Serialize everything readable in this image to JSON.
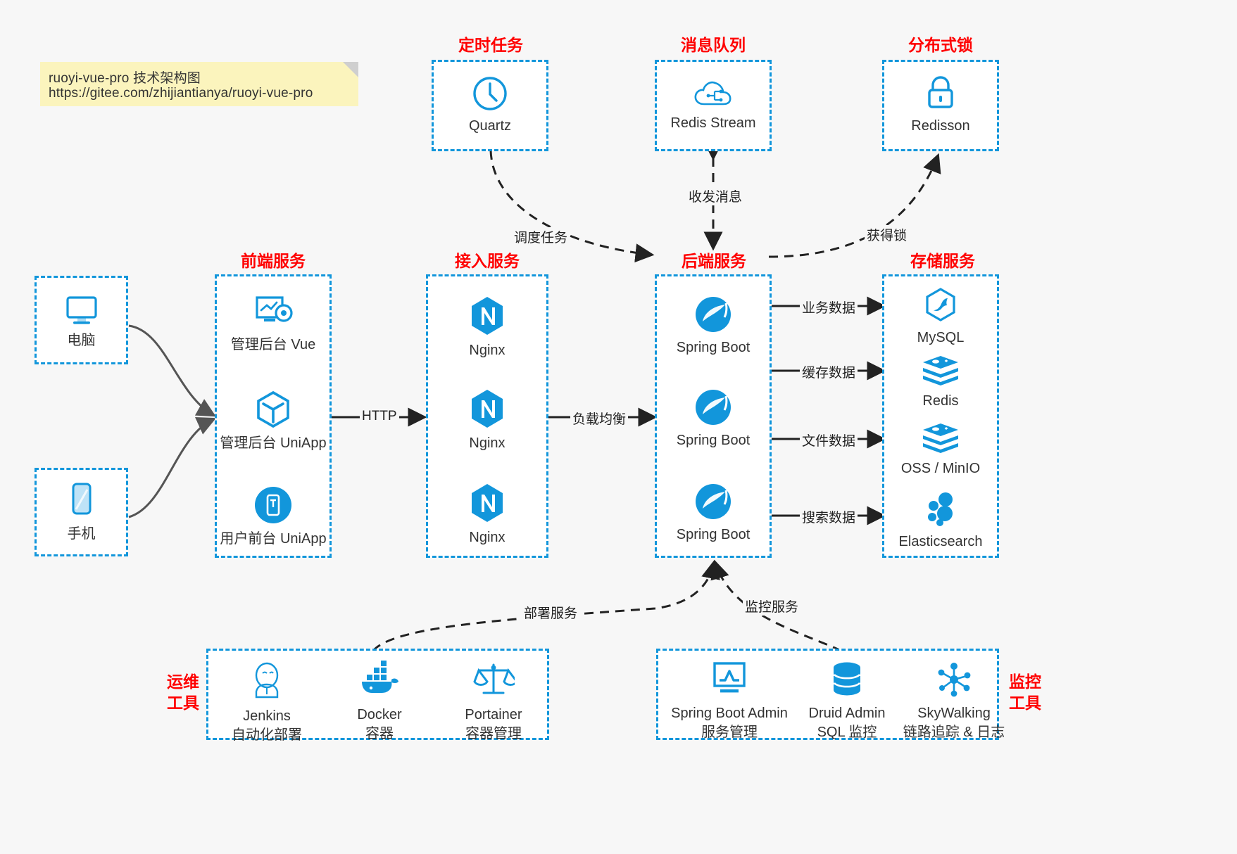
{
  "note": {
    "line1": "ruoyi-vue-pro 技术架构图",
    "line2": "https://gitee.com/zhijiantianya/ruoyi-vue-pro"
  },
  "colors": {
    "accent": "#1296db",
    "group_title": "#ff0000",
    "note_bg": "#fbf4bd",
    "canvas_bg": "#f7f7f7",
    "edge": "#222222",
    "soft_edge": "#555555"
  },
  "groups": {
    "scheduled_task": "定时任务",
    "message_queue": "消息队列",
    "distributed_lock": "分布式锁",
    "frontend_service": "前端服务",
    "gateway_service": "接入服务",
    "backend_service": "后端服务",
    "storage_service": "存储服务",
    "ops_tools_line1": "运维",
    "ops_tools_line2": "工具",
    "monitor_tools_line1": "监控",
    "monitor_tools_line2": "工具"
  },
  "clients": [
    {
      "label": "电脑",
      "icon": "desktop-computer-icon"
    },
    {
      "label": "手机",
      "icon": "mobile-phone-icon"
    }
  ],
  "scheduled_task": [
    {
      "label": "Quartz",
      "icon": "clock-icon"
    }
  ],
  "message_queue": [
    {
      "label": "Redis Stream",
      "icon": "cloud-stream-icon"
    }
  ],
  "distributed_lock": [
    {
      "label": "Redisson",
      "icon": "lock-icon"
    }
  ],
  "frontend": [
    {
      "label": "管理后台 Vue",
      "icon": "monitor-settings-icon"
    },
    {
      "label": "管理后台 UniApp",
      "icon": "cube-icon"
    },
    {
      "label": "用户前台 UniApp",
      "icon": "mobile-app-icon"
    }
  ],
  "gateway": [
    {
      "label": "Nginx",
      "icon": "nginx-icon"
    },
    {
      "label": "Nginx",
      "icon": "nginx-icon"
    },
    {
      "label": "Nginx",
      "icon": "nginx-icon"
    }
  ],
  "backend": [
    {
      "label": "Spring Boot",
      "icon": "spring-boot-icon"
    },
    {
      "label": "Spring Boot",
      "icon": "spring-boot-icon"
    },
    {
      "label": "Spring Boot",
      "icon": "spring-boot-icon"
    }
  ],
  "storage": [
    {
      "label": "MySQL",
      "icon": "mysql-icon"
    },
    {
      "label": "Redis",
      "icon": "redis-icon"
    },
    {
      "label": "OSS / MinIO",
      "icon": "redis-stack-icon"
    },
    {
      "label": "Elasticsearch",
      "icon": "elasticsearch-icon"
    }
  ],
  "ops_tools": [
    {
      "name": "Jenkins",
      "desc": "自动化部署",
      "icon": "jenkins-icon"
    },
    {
      "name": "Docker",
      "desc": "容器",
      "icon": "docker-icon"
    },
    {
      "name": "Portainer",
      "desc": "容器管理",
      "icon": "scales-icon"
    }
  ],
  "monitor_tools": [
    {
      "name": "Spring Boot Admin",
      "desc": "服务管理",
      "icon": "monitor-chart-icon"
    },
    {
      "name": "Druid Admin",
      "desc": "SQL 监控",
      "icon": "database-icon"
    },
    {
      "name": "SkyWalking",
      "desc": "链路追踪 & 日志",
      "icon": "network-nodes-icon"
    }
  ],
  "edges": {
    "http": "HTTP",
    "load_balance": "负载均衡",
    "schedule_task": "调度任务",
    "send_receive_message": "收发消息",
    "acquire_lock": "获得锁",
    "business_data": "业务数据",
    "cache_data": "缓存数据",
    "file_data": "文件数据",
    "search_data": "搜索数据",
    "deploy_service": "部署服务",
    "monitor_service": "监控服务"
  }
}
